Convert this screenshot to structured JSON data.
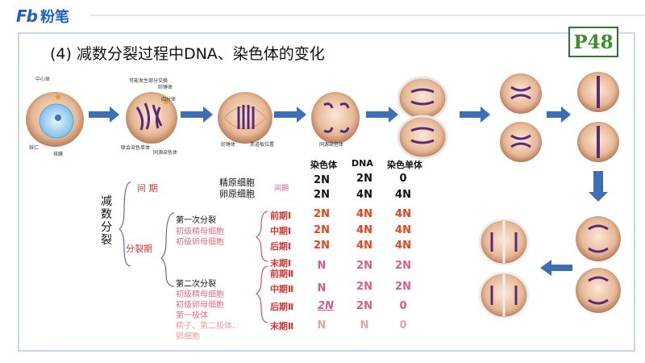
{
  "logo": {
    "mark": "Fb",
    "text": "粉笔"
  },
  "title": "(4) 减数分裂过程中DNA、染色体的变化",
  "badge": "P48",
  "cell_labels": {
    "centriole": "中心体",
    "nucleolus": "核仁",
    "nuclear_membrane": "核膜",
    "crossing_over": "可能发生部分交换",
    "spindle": "纺锤体",
    "tetrad": "四分体",
    "homolog_pair": "联会染色单体",
    "homologous": "同源染色体",
    "spindle2": "纺锤体",
    "equator": "赤道板位置",
    "homologous2": "同源染色体"
  },
  "table": {
    "headers": [
      "染色体",
      "DNA",
      "染色单体"
    ],
    "cells_label_1": "精原细胞",
    "cells_label_2": "卵原细胞",
    "interphase_small": "间期",
    "reduction": "减数分裂",
    "interphase": "间 期",
    "division": "分裂期",
    "first_division": "第一次分裂",
    "first_cells_1": "初级精母细胞",
    "first_cells_2": "初级卵母细胞",
    "second_division": "第二次分裂",
    "second_cells_1": "初级精母细胞",
    "second_cells_2": "初级卵母细胞",
    "second_cells_3": "第一极体",
    "second_cells_4": "精子、第二极体、",
    "second_cells_5": "卵细胞",
    "interphase_vals_top": [
      "2N",
      "2N",
      "0"
    ],
    "interphase_vals_bottom": [
      "2N",
      "4N",
      "4N"
    ],
    "phases_1": [
      {
        "label": "前期Ⅰ",
        "vals": [
          "2N",
          "4N",
          "4N"
        ]
      },
      {
        "label": "中期Ⅰ",
        "vals": [
          "2N",
          "4N",
          "4N"
        ]
      },
      {
        "label": "后期Ⅰ",
        "vals": [
          "2N",
          "4N",
          "4N"
        ]
      },
      {
        "label": "末期Ⅰ",
        "vals": [
          "N",
          "2N",
          "2N"
        ]
      }
    ],
    "phases_2": [
      {
        "label": "前期Ⅱ",
        "vals": []
      },
      {
        "label": "中期Ⅱ",
        "vals": [
          "N",
          "2N",
          "2N"
        ]
      },
      {
        "label": "后期Ⅱ",
        "vals": [
          "2N",
          "2N",
          "0"
        ]
      },
      {
        "label": "末期Ⅱ",
        "vals": [
          "N",
          "N",
          "0"
        ]
      }
    ]
  }
}
